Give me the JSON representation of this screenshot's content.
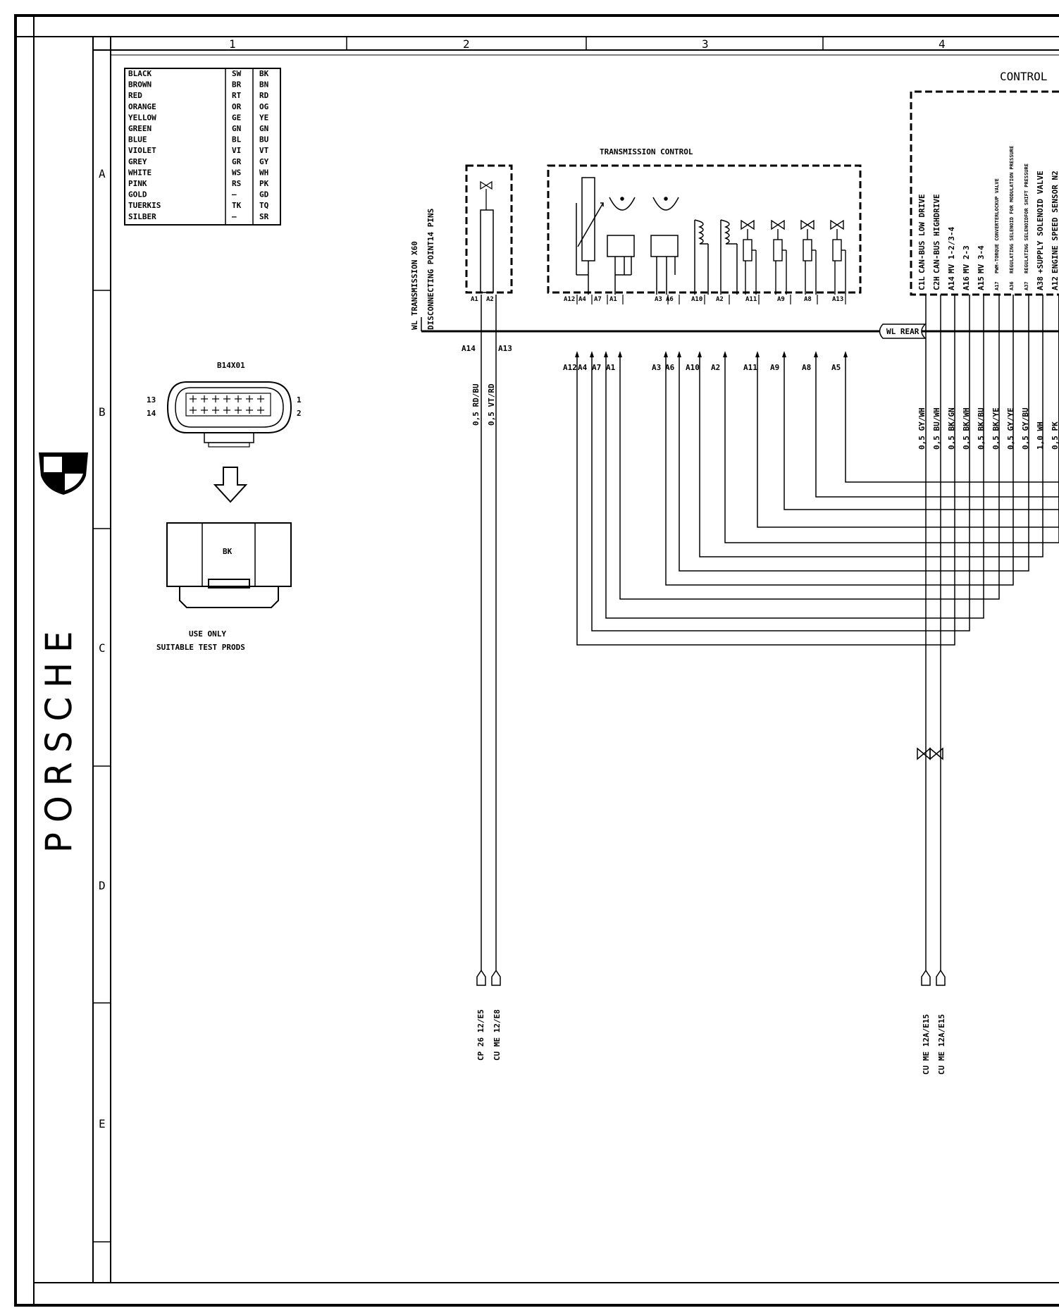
{
  "sheet": {
    "columns": [
      "1",
      "2",
      "3",
      "4"
    ],
    "rows": [
      "A",
      "B",
      "C",
      "D",
      "E"
    ]
  },
  "brand": {
    "wordmark": "PORSCHE"
  },
  "color_table": [
    [
      "BLACK",
      "SW",
      "BK"
    ],
    [
      "BROWN",
      "BR",
      "BN"
    ],
    [
      "RED",
      "RT",
      "RD"
    ],
    [
      "ORANGE",
      "OR",
      "OG"
    ],
    [
      "YELLOW",
      "GE",
      "YE"
    ],
    [
      "GREEN",
      "GN",
      "GN"
    ],
    [
      "BLUE",
      "BL",
      "BU"
    ],
    [
      "VIOLET",
      "VI",
      "VT"
    ],
    [
      "GREY",
      "GR",
      "GY"
    ],
    [
      "WHITE",
      "WS",
      "WH"
    ],
    [
      "PINK",
      "RS",
      "PK"
    ],
    [
      "GOLD",
      "—",
      "GD"
    ],
    [
      "TUERKIS",
      "TK",
      "TQ"
    ],
    [
      "SILBER",
      "—",
      "SR"
    ]
  ],
  "connector": {
    "name": "B14X01",
    "pin_left_top": "13",
    "pin_left_bottom": "14",
    "pin_right_top": "1",
    "pin_right_bottom": "2",
    "housing_color": "BK",
    "note_line1": "USE ONLY",
    "note_line2": "SUITABLE TEST PRODS"
  },
  "disconnect": {
    "label_line1": "WL TRANSMISSION X60",
    "label_line2": "DISCONNECTING POINT14 PINS",
    "pin_a1": "A1",
    "pin_a2": "A2",
    "pin_a14": "A14",
    "pin_a13": "A13",
    "wire_a14": "0,5 RD/BU",
    "wire_a13": "0,5 VT/RD",
    "dest_1": "CP 26  12/E5",
    "dest_2": "CU ME  12/E8"
  },
  "transmission_control": {
    "title": "TRANSMISSION CONTROL",
    "pins_top": [
      "A12",
      "A4",
      "A7",
      "A1",
      "A3",
      "A6",
      "A10",
      "A2",
      "A11",
      "A9",
      "A8",
      "A13"
    ],
    "pins_bottom": [
      "A12",
      "A4",
      "A7",
      "A1",
      "A3",
      "A6",
      "A10",
      "A2",
      "A11",
      "A9",
      "A8",
      "A5"
    ]
  },
  "harness": {
    "label": "WL REAR"
  },
  "control_unit": {
    "title": "CONTROL",
    "pins": [
      {
        "pin": "C1L",
        "func": "CAN-BUS LOW DRIVE",
        "wire": "0,5 GY/WH"
      },
      {
        "pin": "C2H",
        "func": "CAN-BUS HIGHDRIVE",
        "wire": "0,5 BU/WH"
      },
      {
        "pin": "A14",
        "func": "MV 1-2/3-4",
        "wire": "0,5 BK/GN"
      },
      {
        "pin": "A16",
        "func": "MV 2-3",
        "wire": "0,5 BK/WH"
      },
      {
        "pin": "A15",
        "func": "MV 3-4",
        "wire": "0,5 BK/BU"
      },
      {
        "pin": "A17",
        "func": "PWM-TORQUE CONVERTERLOCKUP VALVE",
        "wire": "0,5 BK/YE"
      },
      {
        "pin": "A36",
        "func": "REGULATING SELENOID FOR MODULATION PRESSURE",
        "wire": "0,5 GY/YE"
      },
      {
        "pin": "A37",
        "func": "REGULATING SELENOIDFOR SHIFT PRESSURE",
        "wire": "0,5 GY/BU"
      },
      {
        "pin": "A38",
        "func": "+SUPPLY SOLENOID VALVE",
        "wire": "1,0 WH"
      },
      {
        "pin": "A12",
        "func": "ENGINE SPEED SENSOR N2",
        "wire": "0,5 PK"
      }
    ],
    "dest_1": "CU ME  12A/E15",
    "dest_2": "CU ME  12A/E15"
  }
}
